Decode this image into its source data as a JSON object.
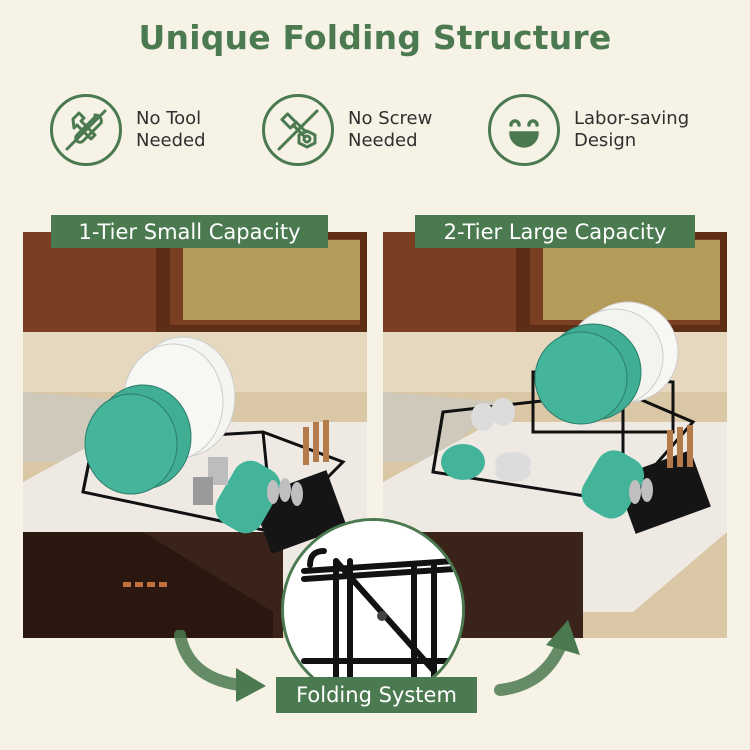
{
  "title": "Unique Folding Structure",
  "features": [
    {
      "icon": "no-tool-icon",
      "line1": "No Tool",
      "line2": "Needed"
    },
    {
      "icon": "no-screw-icon",
      "line1": "No Screw",
      "line2": "Needed"
    },
    {
      "icon": "smiley-icon",
      "line1": "Labor-saving",
      "line2": "Design"
    }
  ],
  "left_badge": "1-Tier Small Capacity",
  "right_badge": "2-Tier Large Capacity",
  "folding_label": "Folding System",
  "colors": {
    "brand_green": "#4b7a50",
    "plate_teal": "#3fae95",
    "background": "#f7f2e6"
  }
}
